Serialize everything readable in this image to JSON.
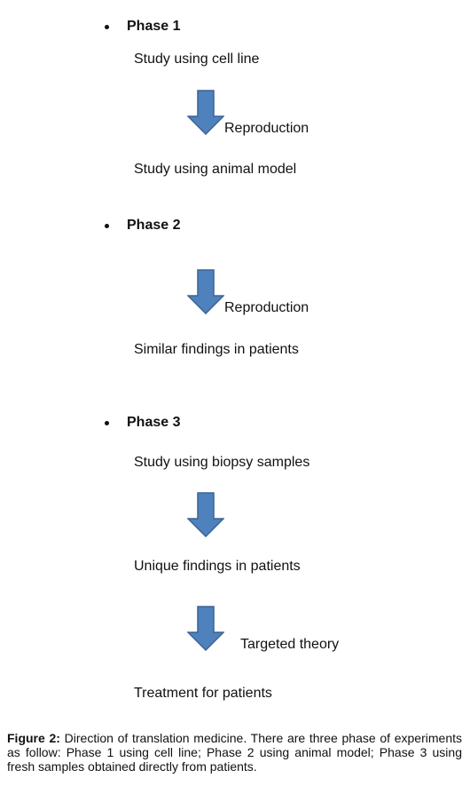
{
  "phases": [
    {
      "title": "Phase 1",
      "top_text": "Study using cell line",
      "arrow_label": "Reproduction",
      "bottom_text": "Study using animal model"
    },
    {
      "title": "Phase 2",
      "arrow_label": "Reproduction",
      "bottom_text": "Similar findings in patients"
    },
    {
      "title": "Phase 3",
      "top_text": "Study using biopsy samples",
      "middle_text": "Unique findings in patients",
      "arrow_label": "Targeted theory",
      "bottom_text": "Treatment for patients"
    }
  ],
  "caption": {
    "label": "Figure 2:",
    "text": "Direction of translation medicine. There are three phase of experiments as follow: Phase 1 using cell line; Phase 2 using animal model; Phase 3 using fresh samples obtained directly from patients."
  },
  "colors": {
    "arrow_fill": "#4f81bd",
    "arrow_stroke": "#3a6494",
    "text": "#111111"
  }
}
